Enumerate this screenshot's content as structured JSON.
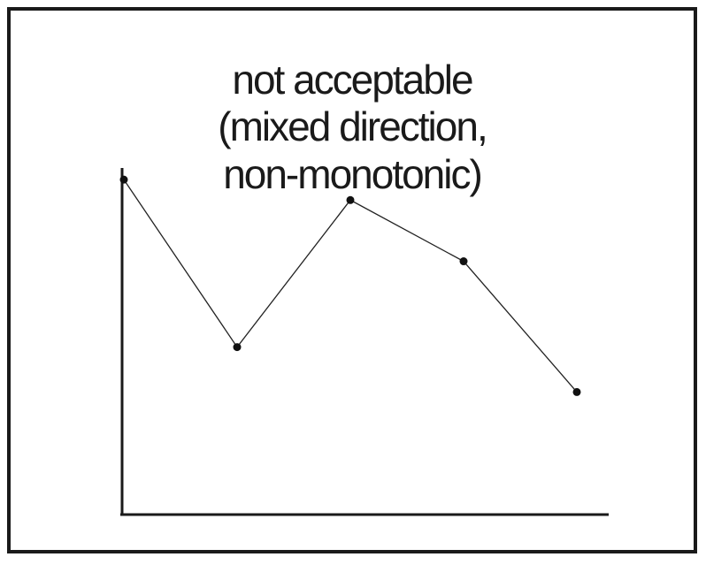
{
  "chart_data": {
    "type": "line",
    "title_lines": [
      "not acceptable",
      "(mixed direction,",
      "non-monotonic)"
    ],
    "xlabel": "",
    "ylabel": "",
    "x": [
      1,
      2,
      3,
      4,
      5
    ],
    "series": [
      {
        "values": [
          0.82,
          0.41,
          0.77,
          0.62,
          0.3
        ]
      }
    ],
    "xlim": [
      1,
      5
    ],
    "ylim": [
      0,
      1
    ],
    "grid": false,
    "legend": "none",
    "colors": {
      "line": "#222222",
      "marker": "#111111",
      "axis": "#1a1a1a",
      "frame": "#1a1a1a"
    }
  }
}
